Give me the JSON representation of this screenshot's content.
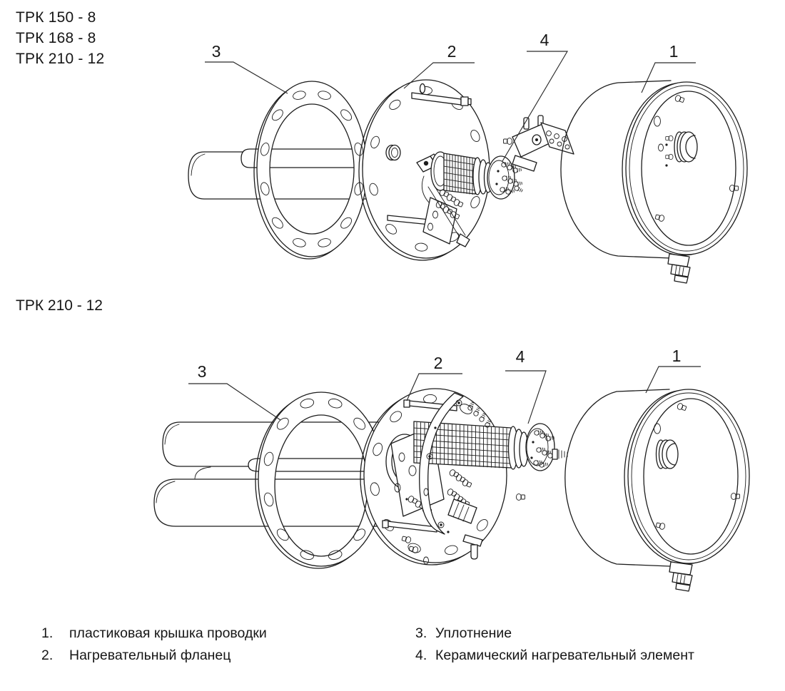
{
  "model_list": {
    "lines": [
      "ТРК 150 - 8",
      "ТРК 168 - 8",
      "ТРК 210 - 12"
    ]
  },
  "section_label": "ТРК 210 - 12",
  "top_callouts": {
    "c1": "1",
    "c2": "2",
    "c3": "3",
    "c4": "4"
  },
  "bottom_callouts": {
    "c1": "1",
    "c2": "2",
    "c3": "3",
    "c4": "4"
  },
  "legend": {
    "items": [
      {
        "num": "1.",
        "label": "пластиковая крышка проводки"
      },
      {
        "num": "2.",
        "label": "Нагревательный фланец"
      },
      {
        "num": "3.",
        "label": "Уплотнение"
      },
      {
        "num": "4.",
        "label": "Керамический нагревательный элемент"
      }
    ]
  },
  "colors": {
    "ink": "#1c1c1c",
    "background": "#ffffff"
  }
}
